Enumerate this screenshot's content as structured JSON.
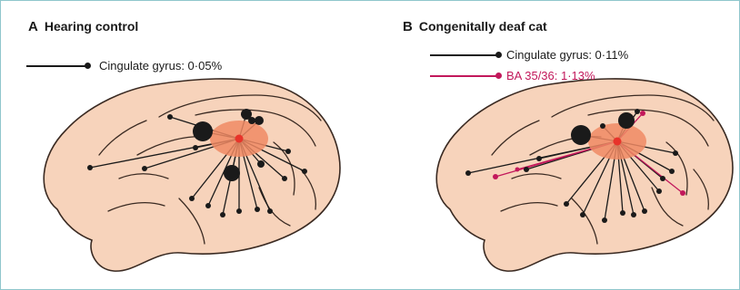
{
  "colors": {
    "brain_fill": "#f7d3bb",
    "brain_outline": "#3a2a22",
    "sulcus": "#3a2a22",
    "black_connection": "#1a1a1a",
    "magenta_connection": "#c2185b",
    "injection_core": "#e8332a",
    "injection_halo": "#f08a64",
    "frame": "#8fc6cc"
  },
  "panels": [
    {
      "letter": "A",
      "title": "Hearing control",
      "legend": [
        {
          "label": "Cingulate gyrus: 0·05%",
          "color_key": "black_connection"
        }
      ]
    },
    {
      "letter": "B",
      "title": "Congenitally deaf cat",
      "legend": [
        {
          "label": "Cingulate gyrus: 0·11%",
          "color_key": "black_connection"
        },
        {
          "label": "BA 35/36: 1·13%",
          "color_key": "magenta_connection"
        }
      ]
    }
  ]
}
